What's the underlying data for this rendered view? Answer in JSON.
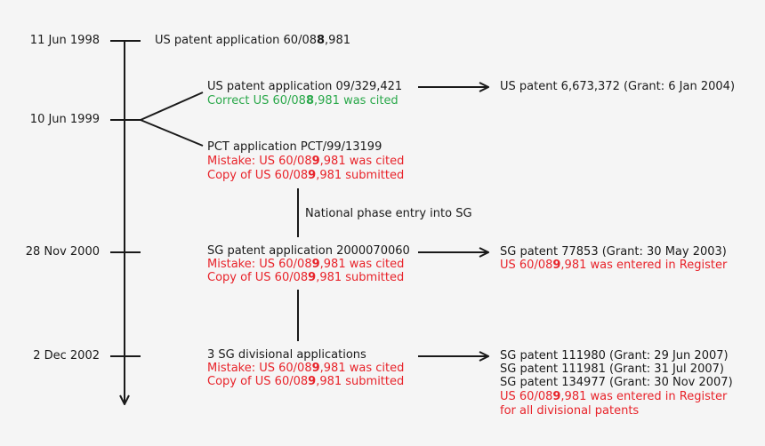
{
  "colors": {
    "ink": "#1a1a1a",
    "mistake": "#e8232a",
    "correct": "#2aa84a",
    "background": "#f5f5f5"
  },
  "timeline": {
    "dates": [
      "11 Jun 1998",
      "10 Jun 1999",
      "28 Nov 2000",
      "2 Dec 2002"
    ]
  },
  "priority": {
    "prefix": "US patent application 60/08",
    "digit": "8",
    "suffix": ",981"
  },
  "us_application": {
    "title": "US patent application 09/329,421",
    "note_prefix": "Correct US 60/08",
    "note_digit": "8",
    "note_suffix": ",981 was cited"
  },
  "us_patent": "US patent 6,673,372 (Grant: 6 Jan 2004)",
  "pct_application": {
    "title": "PCT application PCT/99/13199",
    "line1_prefix": "Mistake: US 60/08",
    "line1_digit": "9",
    "line1_suffix": ",981 was cited",
    "line2_prefix": "Copy of US 60/08",
    "line2_digit": "9",
    "line2_suffix": ",981 submitted"
  },
  "national_phase_label": "National phase entry into SG",
  "sg_application": {
    "title": "SG patent application 2000070060",
    "line1_prefix": "Mistake: US 60/08",
    "line1_digit": "9",
    "line1_suffix": ",981 was cited",
    "line2_prefix": "Copy of US 60/08",
    "line2_digit": "9",
    "line2_suffix": ",981 submitted"
  },
  "sg_patent": {
    "title": "SG patent 77853 (Grant: 30 May 2003)",
    "register_prefix": "US 60/08",
    "register_digit": "9",
    "register_suffix": ",981 was entered in Register"
  },
  "sg_divisional": {
    "title": "3 SG divisional applications",
    "line1_prefix": "Mistake: US 60/08",
    "line1_digit": "9",
    "line1_suffix": ",981 was cited",
    "line2_prefix": "Copy of US 60/08",
    "line2_digit": "9",
    "line2_suffix": ",981 submitted"
  },
  "sg_divisional_patents": {
    "patents": [
      "SG patent 111980 (Grant: 29 Jun 2007)",
      "SG patent 111981 (Grant: 31 Jul 2007)",
      "SG patent 134977 (Grant: 30 Nov 2007)"
    ],
    "register_prefix": "US 60/08",
    "register_digit": "9",
    "register_suffix": ",981 was entered in Register",
    "register_line2": "for all divisional patents"
  }
}
